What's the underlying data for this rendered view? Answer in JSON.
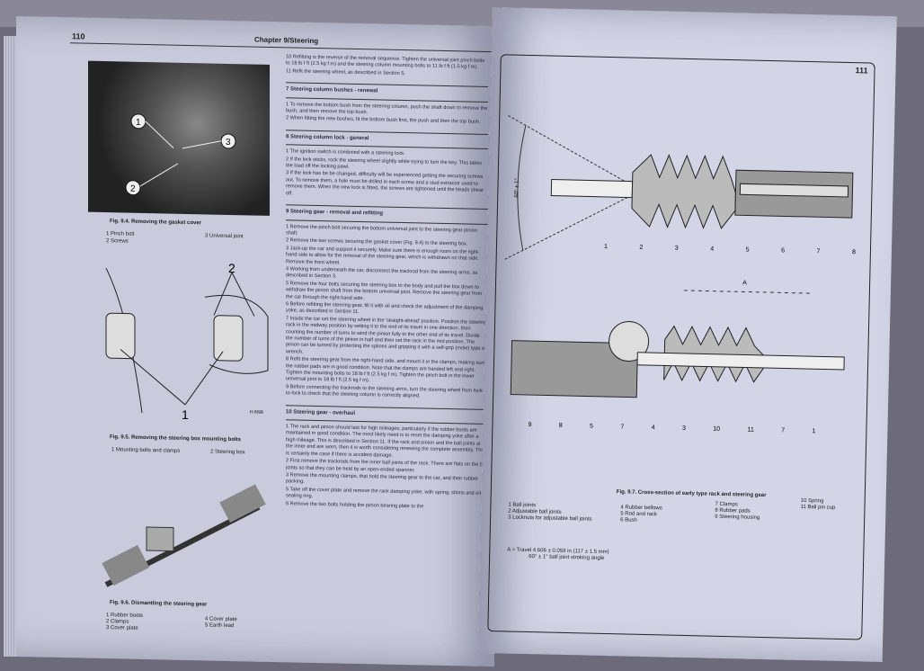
{
  "left_page": {
    "page_number": "110",
    "running_head": "Chapter 9/Steering",
    "fig94": {
      "caption": "Fig. 9.4. Removing the gasket cover",
      "items": [
        "1  Pinch bolt",
        "2  Screws",
        "3  Universal joint"
      ],
      "callouts": [
        "1",
        "2",
        "3"
      ]
    },
    "fig95": {
      "caption": "Fig. 9.5. Removing the steering box mounting bolts",
      "items": [
        "1  Mounting bolts and clamps",
        "2  Steering box"
      ],
      "callouts": [
        "1",
        "2"
      ],
      "code": "H 6/98"
    },
    "fig96": {
      "caption": "Fig. 9.6. Dismantling the steering gear",
      "items": [
        "1  Rubber boots",
        "2  Clamps",
        "3  Cover plate",
        "4  Cover plate",
        "5  Earth lead"
      ]
    },
    "intro": [
      "10  Refitting is the reverse of the removal sequence. Tighten the universal joint pinch bolts to 18 lb f ft (2.5 kg f m) and the steering column mounting bolts to 11 lb f ft (1.5 kg f m).",
      "11  Refit the steering wheel, as described in Section 5."
    ],
    "sections": [
      {
        "title": "7  Steering column bushes - renewal",
        "paras": [
          "1  To remove the bottom bush from the steering column, push the shaft down to remove the bush, and then remove the top bush.",
          "2  When fitting the new bushes, fit the bottom bush first, the push and then the top bush."
        ]
      },
      {
        "title": "8  Steering column lock - general",
        "paras": [
          "1  The ignition switch is combined with a steering lock.",
          "2  If the lock sticks, rock the steering wheel slightly while trying to turn the key. This takes the load off the locking pawl.",
          "3  If the lock has be be changed, difficulty will be experienced getting the securing screws out. To remove them, a hole must be drilled in each screw and a stud extractor used to remove them. When the new lock is fitted, the screws are tightened until the heads shear off."
        ]
      },
      {
        "title": "9  Steering gear - removal and refitting",
        "paras": [
          "1  Remove the pinch bolt securing the bottom universal joint to the steering gear pinion shaft.",
          "2  Remove the two screws securing the gasket cover (Fig. 9.4) to the steering box.",
          "3  Jack-up the car and support it securely. Make sure there is enough room on the right-hand side to allow for the removal of the steering gear, which is withdrawn on that side. Remove the front wheel.",
          "4  Working from underneath the car, disconnect the trackrod from the steering arms, as described in Section 3.",
          "5  Remove the four bolts securing the steering box to the body and pull the box down to withdraw the pinion shaft from the bottom universal joint. Remove the steering gear from the car through the right-hand side.",
          "6  Before refitting the steering gear, fill it with oil and check the adjustment of the damping yoke, as described in Section 11.",
          "7  Inside the car set the steering wheel in the 'straight-ahead' position. Position the steering rack in the midway position by setting it to the end of its travel in one direction, then counting the number of turns to wind the pinion fully to the other end of its travel. Divide the number of turns of the pinion in half and then set the rack in the mid position. The pinion can be turned by protecting the splines and gripping it with a self-grip (mole) type of wrench.",
          "8  Refit the steering gear from the right-hand side, and mount it in the clamps, making sure the rubber pads are in good condition. Note that the clamps are handed left and right. Tighten the mounting bolts to 18 lb f ft (2.5 kg f m). Tighten the pinch bolt in the lower universal joint to 18 lb f ft (2.5 kg f m).",
          "9  Before connecting the trackrods to the steering arms, turn the steering wheel from lock-to-lock to check that the steering column is correctly aligned."
        ]
      },
      {
        "title": "10  Steering gear - overhaul",
        "paras": [
          "1  The rack and pinion should last for high mileages, particularly if the rubber boots are maintained in good condition. The most likely need is to reset the damping yoke after a high mileage. This is described in Section 11. If the rack and pinion and the ball joints at the inner end are worn, then it is worth considering renewing the complete assembly. This is certainly the case if there is accident damage.",
          "2  First remove the trackrods from the inner ball joints of the rack. There are flats on the ball joints so that they can be held by an open-ended spanner.",
          "3  Remove the mounting clamps, that hold the steering gear to the car, and their rubber packing.",
          "5  Take off the cover plate and remove the rack damping yoke, with spring, shims and oil sealing ring.",
          "6  Remove the two bolts holding the pinion bearing plate to the"
        ]
      }
    ]
  },
  "right_page": {
    "page_number": "111",
    "fig97": {
      "caption": "Fig. 9.7. Cross-section of early type rack and steering gear",
      "angle_label": "60° ± 1°",
      "dim_label": "A",
      "top_callouts": [
        "1",
        "2",
        "3",
        "4",
        "5",
        "6",
        "7",
        "8"
      ],
      "bottom_callouts": [
        "9",
        "8",
        "5",
        "7",
        "4",
        "3",
        "10",
        "11",
        "7",
        "1"
      ],
      "legend": [
        "1  Ball joints",
        "2  Adjustable ball joints",
        "3  Locknuts for adjustable ball joints",
        "4  Rubber bellows",
        "5  Rod and rack",
        "6  Bush",
        "7  Clamps",
        "8  Rubber pads",
        "9  Steering housing",
        "10  Spring",
        "11  Ball pin cup"
      ],
      "note_line1": "A  =   Travel 4.606 ± 0.059 in (117 ± 1.5 mm)",
      "note_line2": "60° ± 1° ball joint stroking angle"
    }
  }
}
